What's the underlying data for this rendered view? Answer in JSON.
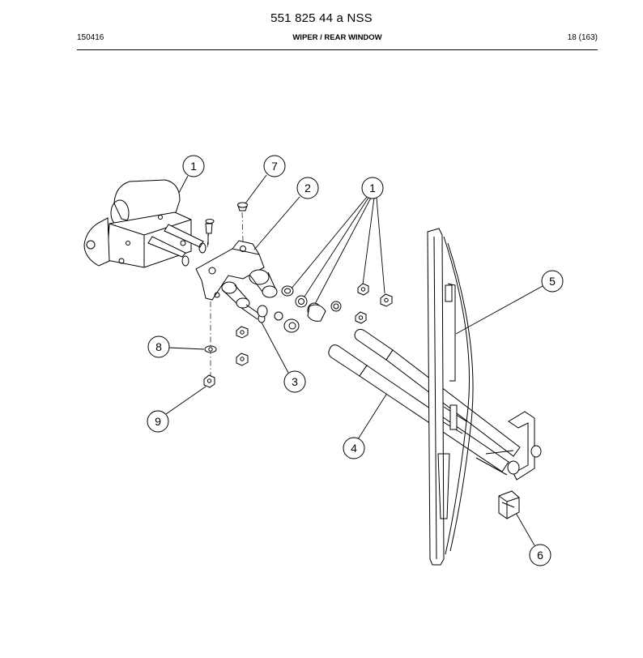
{
  "header": {
    "doc_number": "551 825 44 a NSS",
    "code": "150416",
    "title": "WIPER / REAR WINDOW",
    "page": "18 (163)"
  },
  "callouts": [
    {
      "label": "1"
    },
    {
      "label": "7"
    },
    {
      "label": "2"
    },
    {
      "label": "1"
    },
    {
      "label": "5"
    },
    {
      "label": "8"
    },
    {
      "label": "3"
    },
    {
      "label": "9"
    },
    {
      "label": "4"
    },
    {
      "label": "6"
    }
  ]
}
